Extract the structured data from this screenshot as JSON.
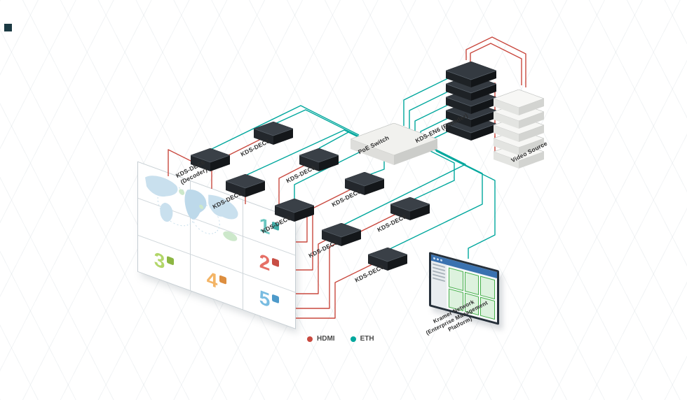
{
  "colors": {
    "hdmi": "#c9493f",
    "eth": "#00a79d",
    "device_dark": "#2b3137",
    "device_light": "#f1f1ef"
  },
  "nodes": {
    "decoders": [
      {
        "label": "KDS-DEC6",
        "sublabel": "(Decoder)"
      },
      {
        "label": "KDS-DEC6"
      },
      {
        "label": "KDS-DEC6"
      },
      {
        "label": "KDS-DEC6"
      },
      {
        "label": "KDS-DEC6"
      },
      {
        "label": "KDS-DEC6"
      },
      {
        "label": "KDS-DEC6"
      },
      {
        "label": "KDS-DEC6"
      },
      {
        "label": "KDS-DEC6"
      }
    ],
    "switch": {
      "label": "PoE Switch"
    },
    "encoder": {
      "label": "KDS-EN6 (Encoder)",
      "units": 5
    },
    "video_source": {
      "label": "Video Source",
      "units": 5
    },
    "management": {
      "label": "Kramer Network (Enterprise Management Platform)",
      "lines": [
        "Kramer Network",
        "(Enterprise Management",
        "Platform)"
      ]
    }
  },
  "video_wall": {
    "tiles": [
      {
        "number": "1",
        "color": "#4fbdb6",
        "icon_color": "#2ba39c"
      },
      {
        "number": "2",
        "color": "#e2574c",
        "icon_color": "#c23b31"
      },
      {
        "number": "3",
        "color": "#a5cf4f",
        "icon_color": "#7fae2e"
      },
      {
        "number": "4",
        "color": "#f2a74b",
        "icon_color": "#d9822a"
      },
      {
        "number": "5",
        "color": "#62b1dc",
        "icon_color": "#3a8fc4"
      }
    ]
  },
  "legend": {
    "items": [
      {
        "label": "HDMI",
        "color": "#c9493f"
      },
      {
        "label": "ETH",
        "color": "#00a79d"
      }
    ]
  }
}
